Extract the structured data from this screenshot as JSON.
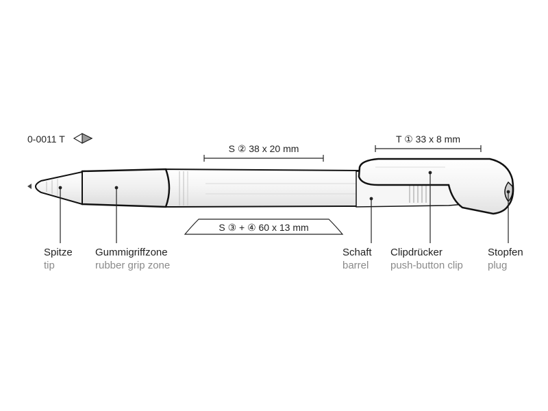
{
  "product": {
    "code": "0-0011 T"
  },
  "dimensions": {
    "area2": "S ② 38 x 20 mm",
    "area1": "T ① 33 x 8 mm",
    "area34": "S ③ + ④ 60 x 13 mm"
  },
  "parts": [
    {
      "de": "Spitze",
      "en": "tip"
    },
    {
      "de": "Gummigriffzone",
      "en": "rubber grip zone"
    },
    {
      "de": "Schaft",
      "en": "barrel"
    },
    {
      "de": "Clipdrücker",
      "en": "push-button clip"
    },
    {
      "de": "Stopfen",
      "en": "plug"
    }
  ],
  "colors": {
    "outline": "#111111",
    "body_fill": "#f2f2f2",
    "grip_fill": "#ececec",
    "label_en": "#8a8a8a"
  }
}
